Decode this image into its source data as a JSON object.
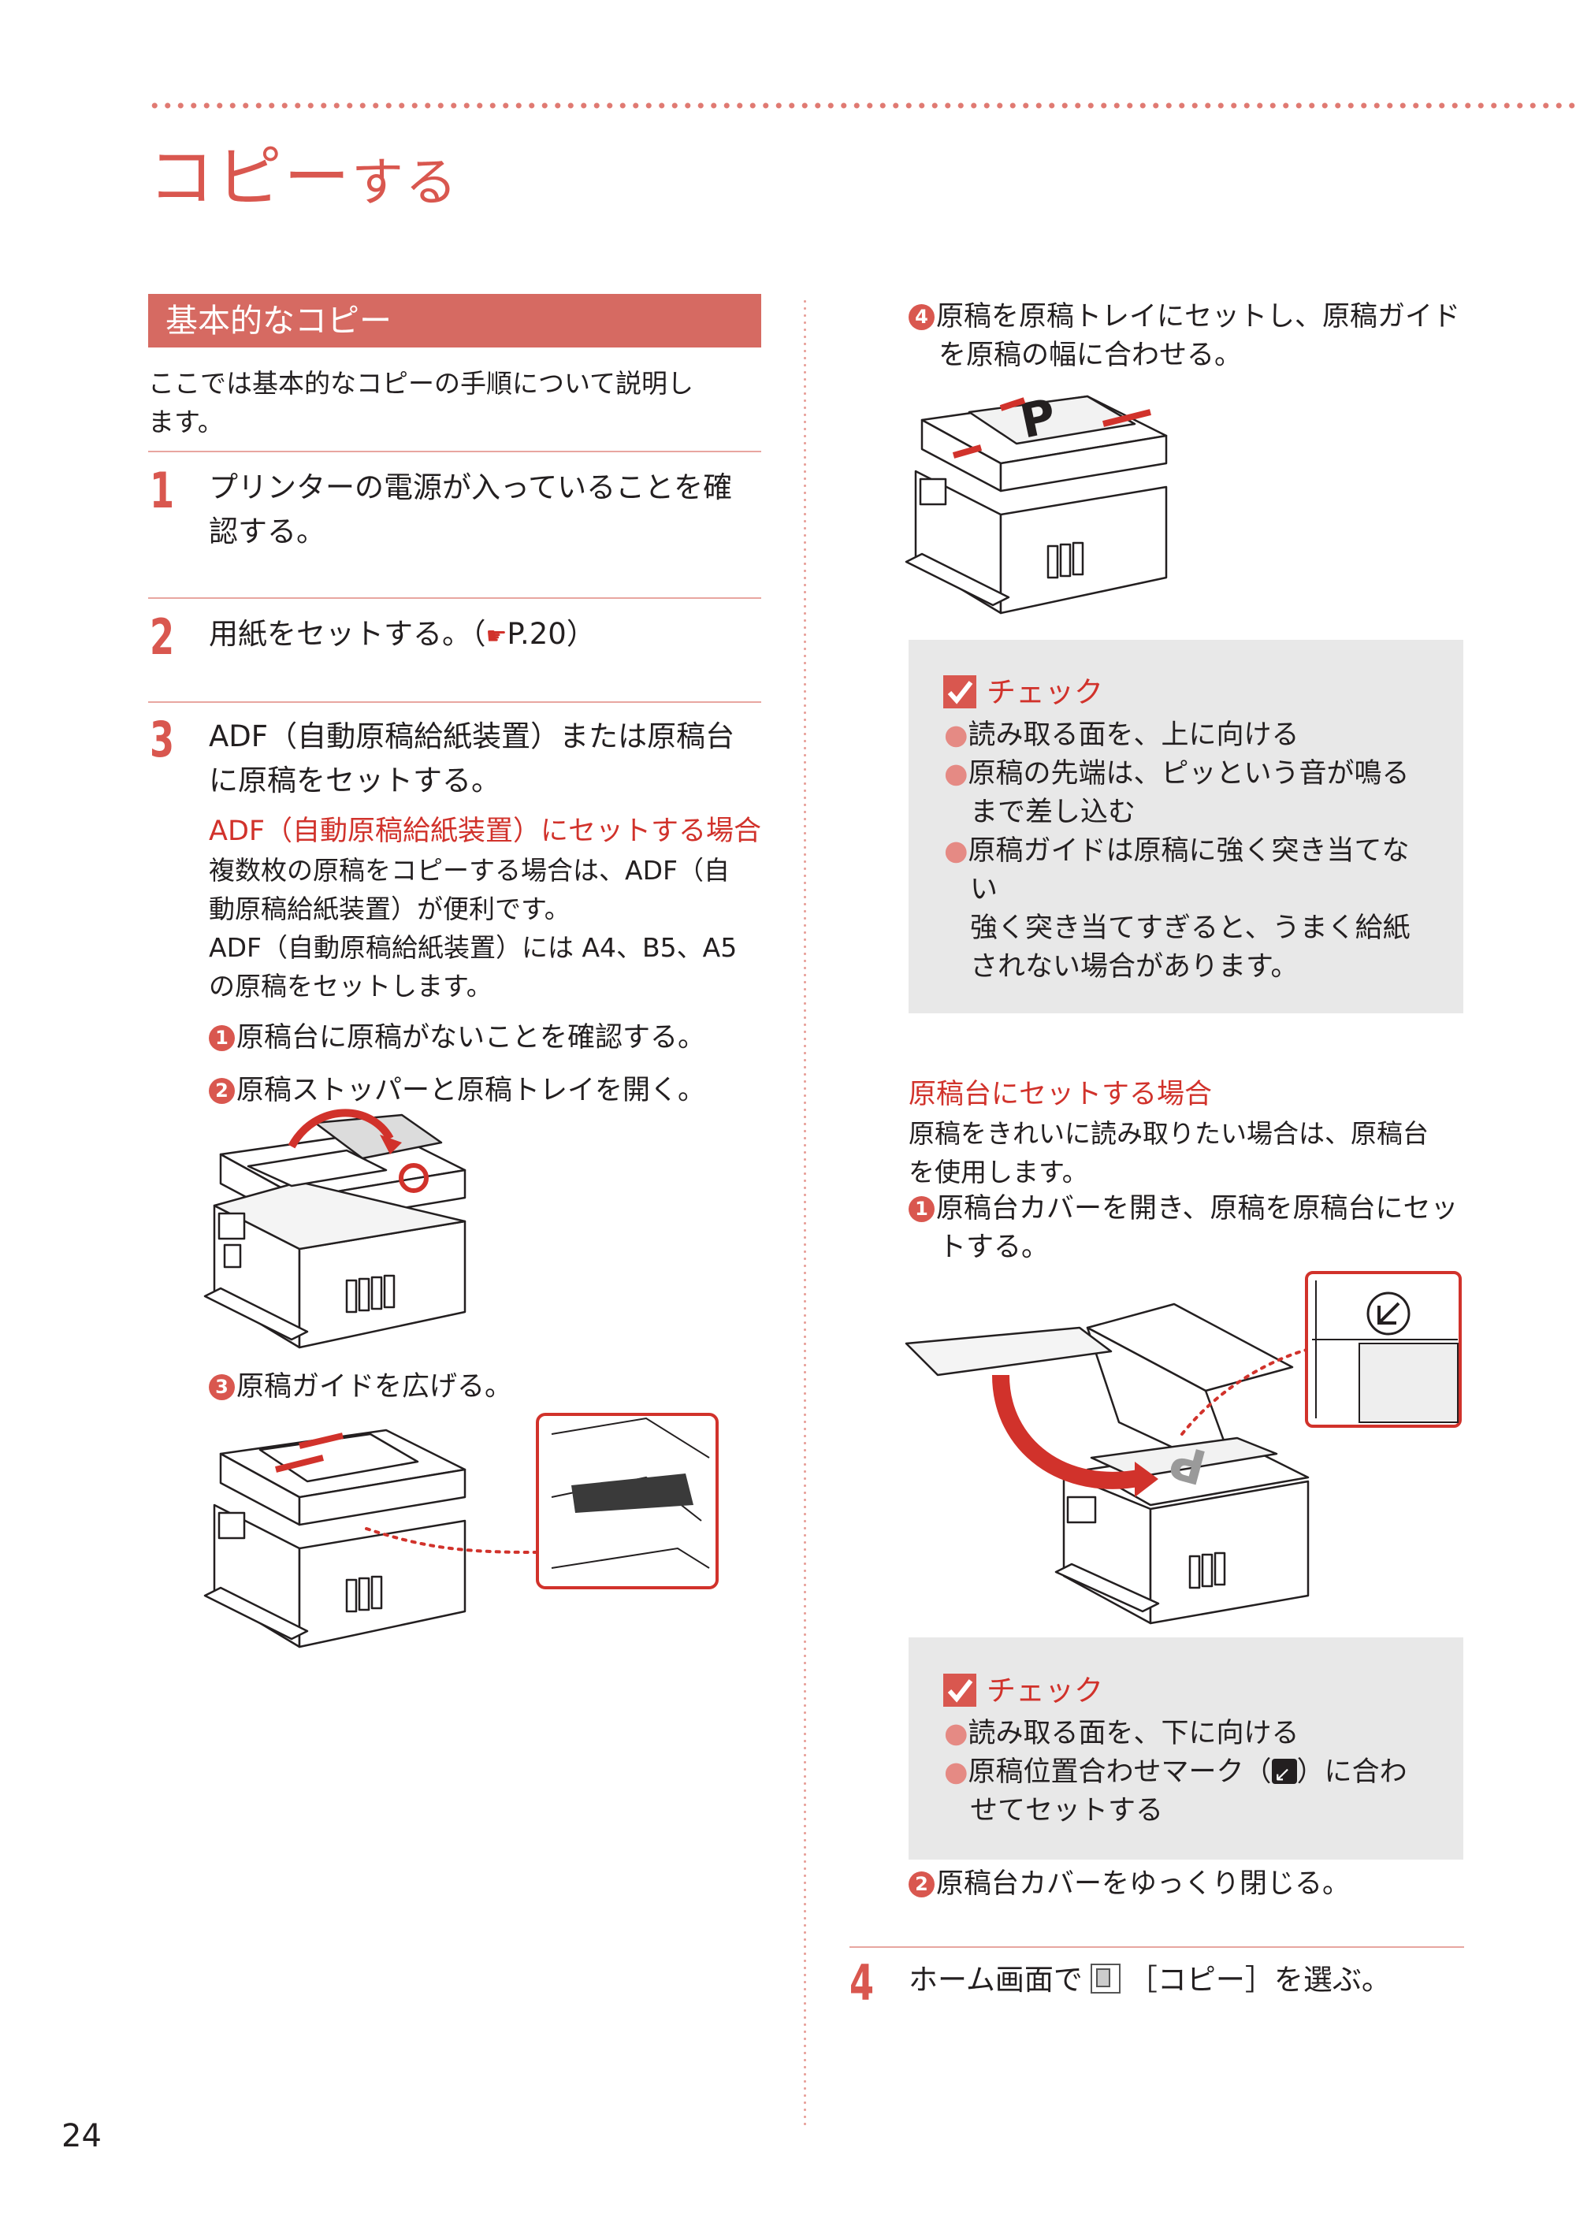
{
  "title": {
    "main": "コピー",
    "suffix": "する"
  },
  "section_heading": "基本的なコピー",
  "intro": [
    "ここでは基本的なコピーの手順について説明し",
    "ます。"
  ],
  "steps": [
    {
      "num": "1",
      "lines": [
        "プリンターの電源が入っていることを確",
        "認する。"
      ]
    },
    {
      "num": "2",
      "text_before": "用紙をセットする。（",
      "ref_icon": "pointing-hand-icon",
      "ref": "P.20",
      "text_after": "）"
    },
    {
      "num": "3",
      "lines": [
        "ADF（自動原稿給紙装置）または原稿台",
        "に原稿をセットする。"
      ]
    },
    {
      "num": "4",
      "text_before": "ホーム画面で",
      "icon": "copy-icon",
      "text_after": "［コピー］を選ぶ。"
    }
  ],
  "adf": {
    "heading": "ADF（自動原稿給紙装置）にセットする場合",
    "desc": [
      "複数枚の原稿をコピーする場合は、ADF（自",
      "動原稿給紙装置）が便利です。",
      "ADF（自動原稿給紙装置）には A4、B5、A5",
      "の原稿をセットします。"
    ],
    "sub1": "原稿台に原稿がないことを確認する。",
    "sub2": "原稿ストッパーと原稿トレイを開く。",
    "sub3": "原稿ガイドを広げる。",
    "sub4": [
      "原稿を原稿トレイにセットし、原稿ガイド",
      "を原稿の幅に合わせる。"
    ]
  },
  "check1": {
    "label": "チェック",
    "items": [
      [
        "読み取る面を、上に向ける"
      ],
      [
        "原稿の先端は、ピッという音が鳴る",
        "まで差し込む"
      ],
      [
        "原稿ガイドは原稿に強く突き当てな",
        "い",
        "強く突き当てすぎると、うまく給紙",
        "されない場合があります。"
      ]
    ]
  },
  "platen": {
    "heading": "原稿台にセットする場合",
    "desc": [
      "原稿をきれいに読み取りたい場合は、原稿台",
      "を使用します。"
    ],
    "sub1": [
      "原稿台カバーを開き、原稿を原稿台にセッ",
      "トする。"
    ],
    "sub2": "原稿台カバーをゆっくり閉じる。"
  },
  "check2": {
    "label": "チェック",
    "items": [
      [
        "読み取る面を、下に向ける"
      ],
      {
        "before": "原稿位置合わせマーク（",
        "icon": "alignment-mark-icon",
        "after": "）に合わ",
        "line2": "せてセットする"
      }
    ]
  },
  "circled": [
    "1",
    "2",
    "3",
    "4"
  ],
  "page_number": "24",
  "colors": {
    "accent": "#d9574f",
    "heading_bg": "#d66a62",
    "check_bg": "#e8e8e8",
    "red_text": "#d1322b"
  }
}
